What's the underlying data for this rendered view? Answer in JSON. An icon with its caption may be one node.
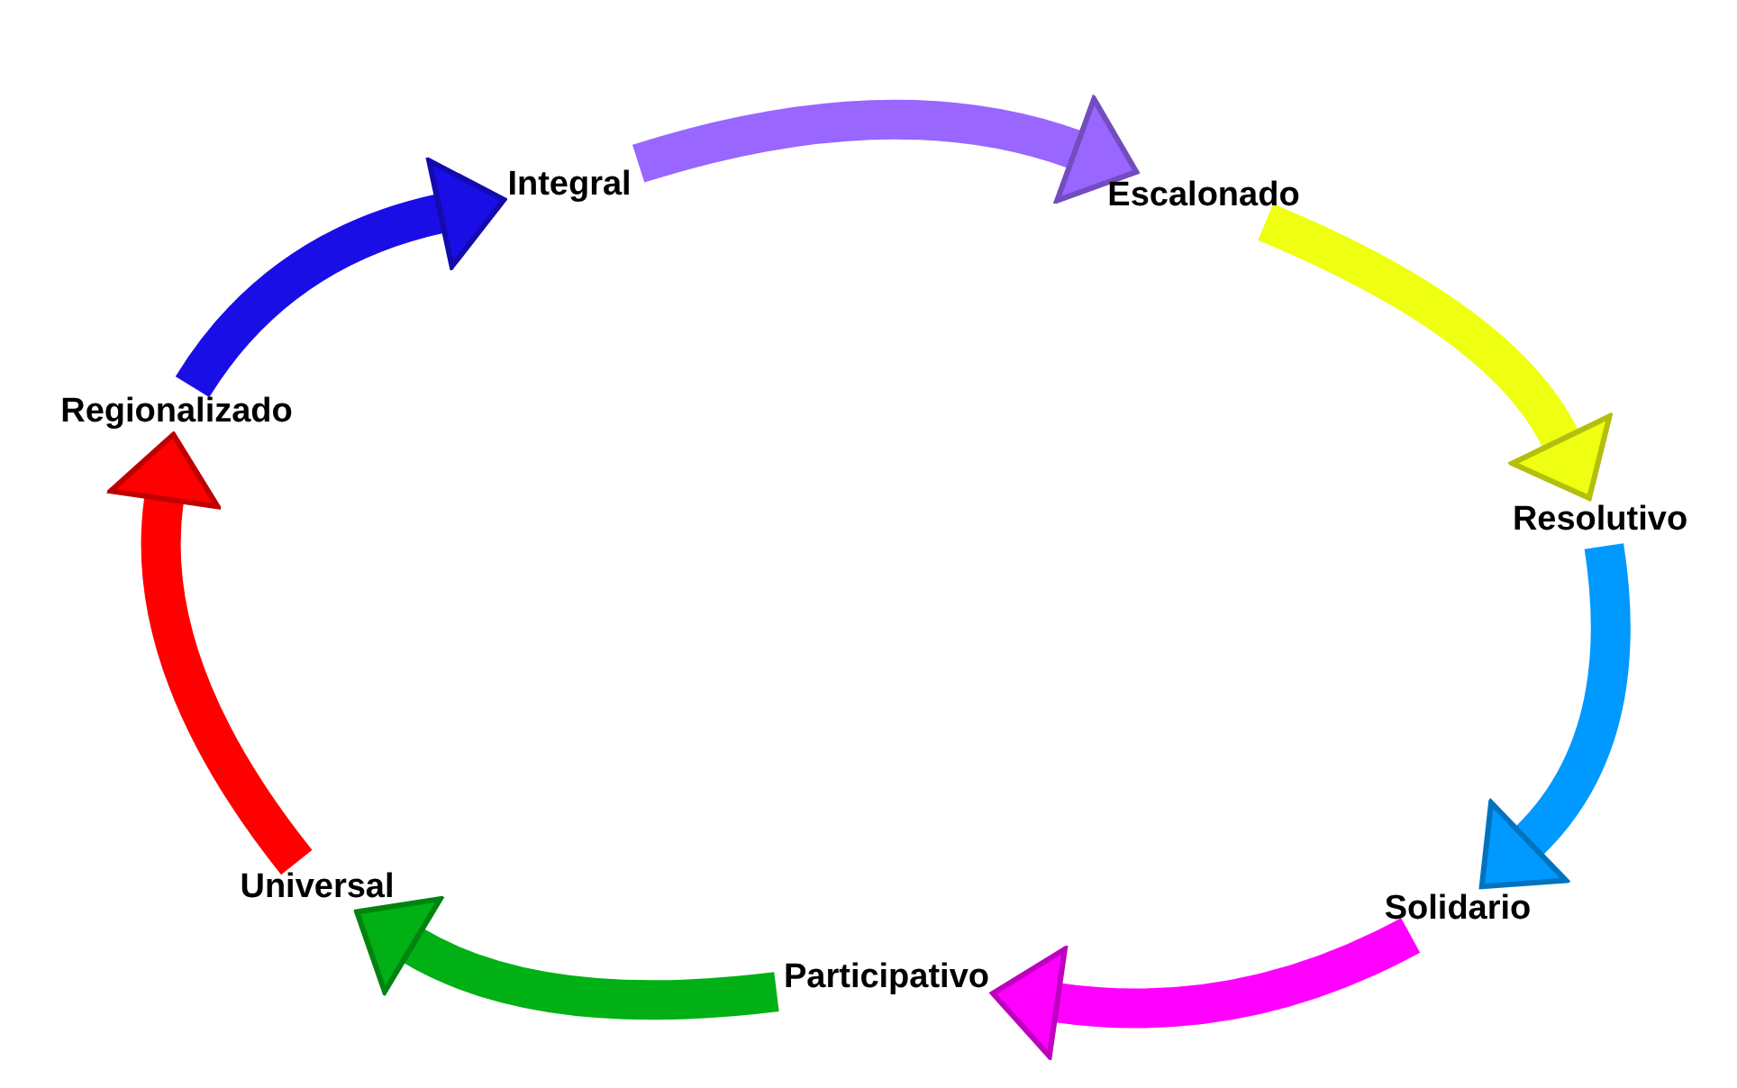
{
  "diagram": {
    "nodes": [
      {
        "text": [
          "Integral"
        ]
      },
      {
        "text": [
          "Escalonado"
        ]
      },
      {
        "text": [
          "Resolutivo"
        ]
      },
      {
        "text": [
          "Solidario"
        ]
      },
      {
        "text": [
          "Participativo"
        ]
      },
      {
        "text": [
          "Universal"
        ]
      },
      {
        "text": [
          "Regionalizado"
        ]
      }
    ],
    "edges": [
      {
        "from": 0,
        "to": 1,
        "arrow": "to",
        "color": "#9966ff"
      },
      {
        "from": 1,
        "to": 2,
        "arrow": "to",
        "color": "#eeff11"
      },
      {
        "from": 2,
        "to": 3,
        "arrow": "to",
        "color": "#0099ff"
      },
      {
        "from": 3,
        "to": 4,
        "arrow": "to",
        "color": "#ff00ff"
      },
      {
        "from": 4,
        "to": 5,
        "arrow": "to",
        "color": "#00b014"
      },
      {
        "from": 5,
        "to": 6,
        "arrow": "to",
        "color": "#ff0000"
      },
      {
        "from": 6,
        "to": 0,
        "arrow": "to",
        "color": "#1a0ee6"
      }
    ]
  }
}
